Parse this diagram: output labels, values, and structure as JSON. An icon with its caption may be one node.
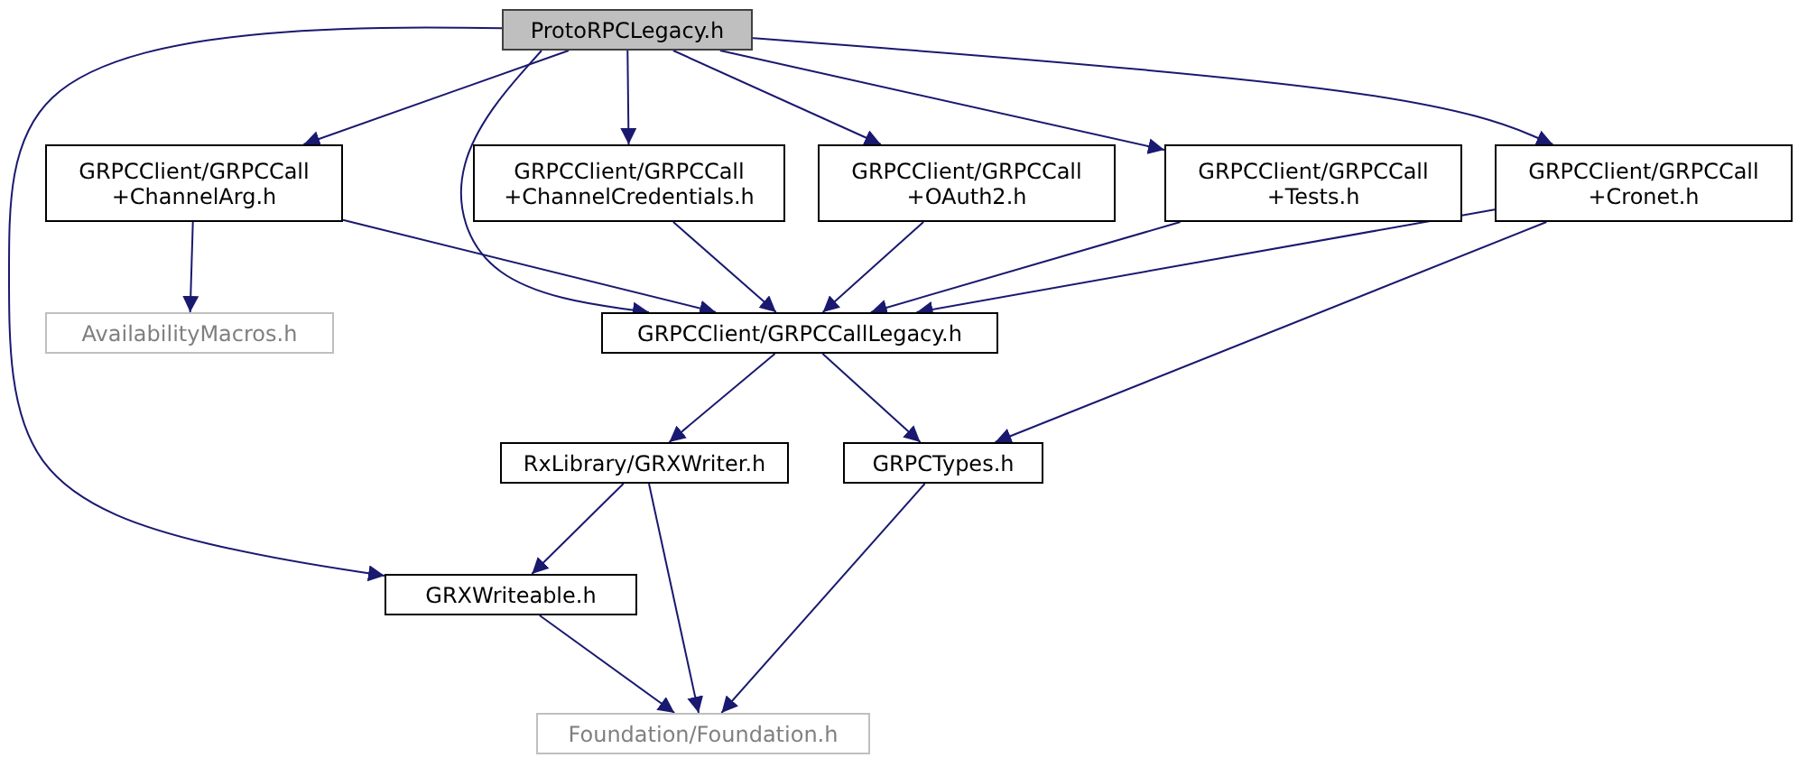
{
  "diagram": {
    "nodes": [
      {
        "text": [
          "ProtoRPCLegacy.h"
        ]
      },
      {
        "text": [
          "GRPCClient/GRPCCall +ChannelArg.h"
        ]
      },
      {
        "text": [
          "GRPCClient/GRPCCall +ChannelCredentials.h"
        ]
      },
      {
        "text": [
          "GRPCClient/GRPCCall +OAuth2.h"
        ]
      },
      {
        "text": [
          "GRPCClient/GRPCCall +Tests.h"
        ]
      },
      {
        "text": [
          "GRPCClient/GRPCCall +Cronet.h"
        ]
      },
      {
        "text": [
          "AvailabilityMacros.h"
        ]
      },
      {
        "text": [
          "GRPCClient/GRPCCallLegacy.h"
        ]
      },
      {
        "text": [
          "RxLibrary/GRXWriter.h"
        ]
      },
      {
        "text": [
          "GRPCTypes.h"
        ]
      },
      {
        "text": [
          "GRXWriteable.h"
        ]
      },
      {
        "text": [
          "Foundation/Foundation.h"
        ]
      }
    ],
    "edges": [
      {
        "from": 0,
        "to": 1,
        "arrow": "to"
      },
      {
        "from": 0,
        "to": 2,
        "arrow": "to"
      },
      {
        "from": 0,
        "to": 3,
        "arrow": "to"
      },
      {
        "from": 0,
        "to": 4,
        "arrow": "to"
      },
      {
        "from": 0,
        "to": 5,
        "arrow": "to"
      },
      {
        "from": 0,
        "to": 7,
        "arrow": "to"
      },
      {
        "from": 0,
        "to": 10,
        "arrow": "to"
      },
      {
        "from": 1,
        "to": 6,
        "arrow": "to"
      },
      {
        "from": 1,
        "to": 7,
        "arrow": "to"
      },
      {
        "from": 2,
        "to": 7,
        "arrow": "to"
      },
      {
        "from": 3,
        "to": 7,
        "arrow": "to"
      },
      {
        "from": 4,
        "to": 7,
        "arrow": "to"
      },
      {
        "from": 5,
        "to": 7,
        "arrow": "to"
      },
      {
        "from": 5,
        "to": 9,
        "arrow": "to"
      },
      {
        "from": 7,
        "to": 8,
        "arrow": "to"
      },
      {
        "from": 7,
        "to": 9,
        "arrow": "to"
      },
      {
        "from": 8,
        "to": 10,
        "arrow": "to"
      },
      {
        "from": 8,
        "to": 11,
        "arrow": "to"
      },
      {
        "from": 9,
        "to": 11,
        "arrow": "to"
      },
      {
        "from": 10,
        "to": 11,
        "arrow": "to"
      }
    ]
  }
}
